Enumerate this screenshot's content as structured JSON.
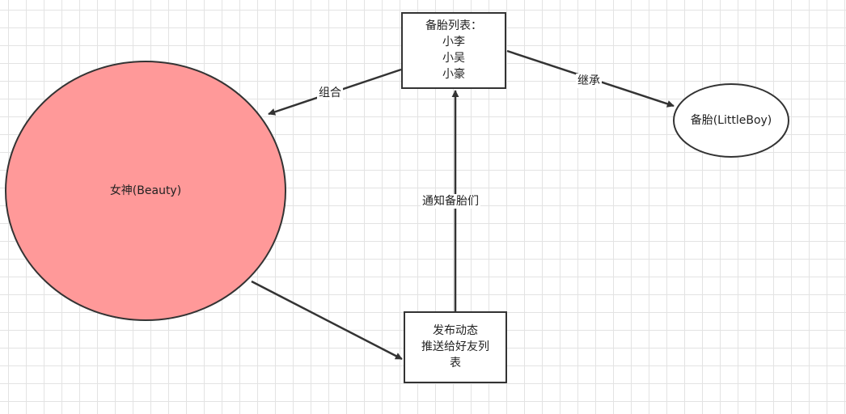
{
  "nodes": {
    "beauty": {
      "label": "女神(Beauty)",
      "fill": "#ff9999"
    },
    "list": {
      "lines": [
        "备胎列表：",
        "小李",
        "小吴",
        "小豪"
      ]
    },
    "littleboy": {
      "label": "备胎(LittleBoy)"
    },
    "publish": {
      "lines": [
        "发布动态",
        "推送给好友列",
        "表"
      ]
    }
  },
  "edges": {
    "compose": {
      "label": "组合"
    },
    "inherit": {
      "label": "继承"
    },
    "notify": {
      "label": "通知备胎们"
    }
  },
  "colors": {
    "stroke": "#333333",
    "grid": "#e3e3e3"
  }
}
